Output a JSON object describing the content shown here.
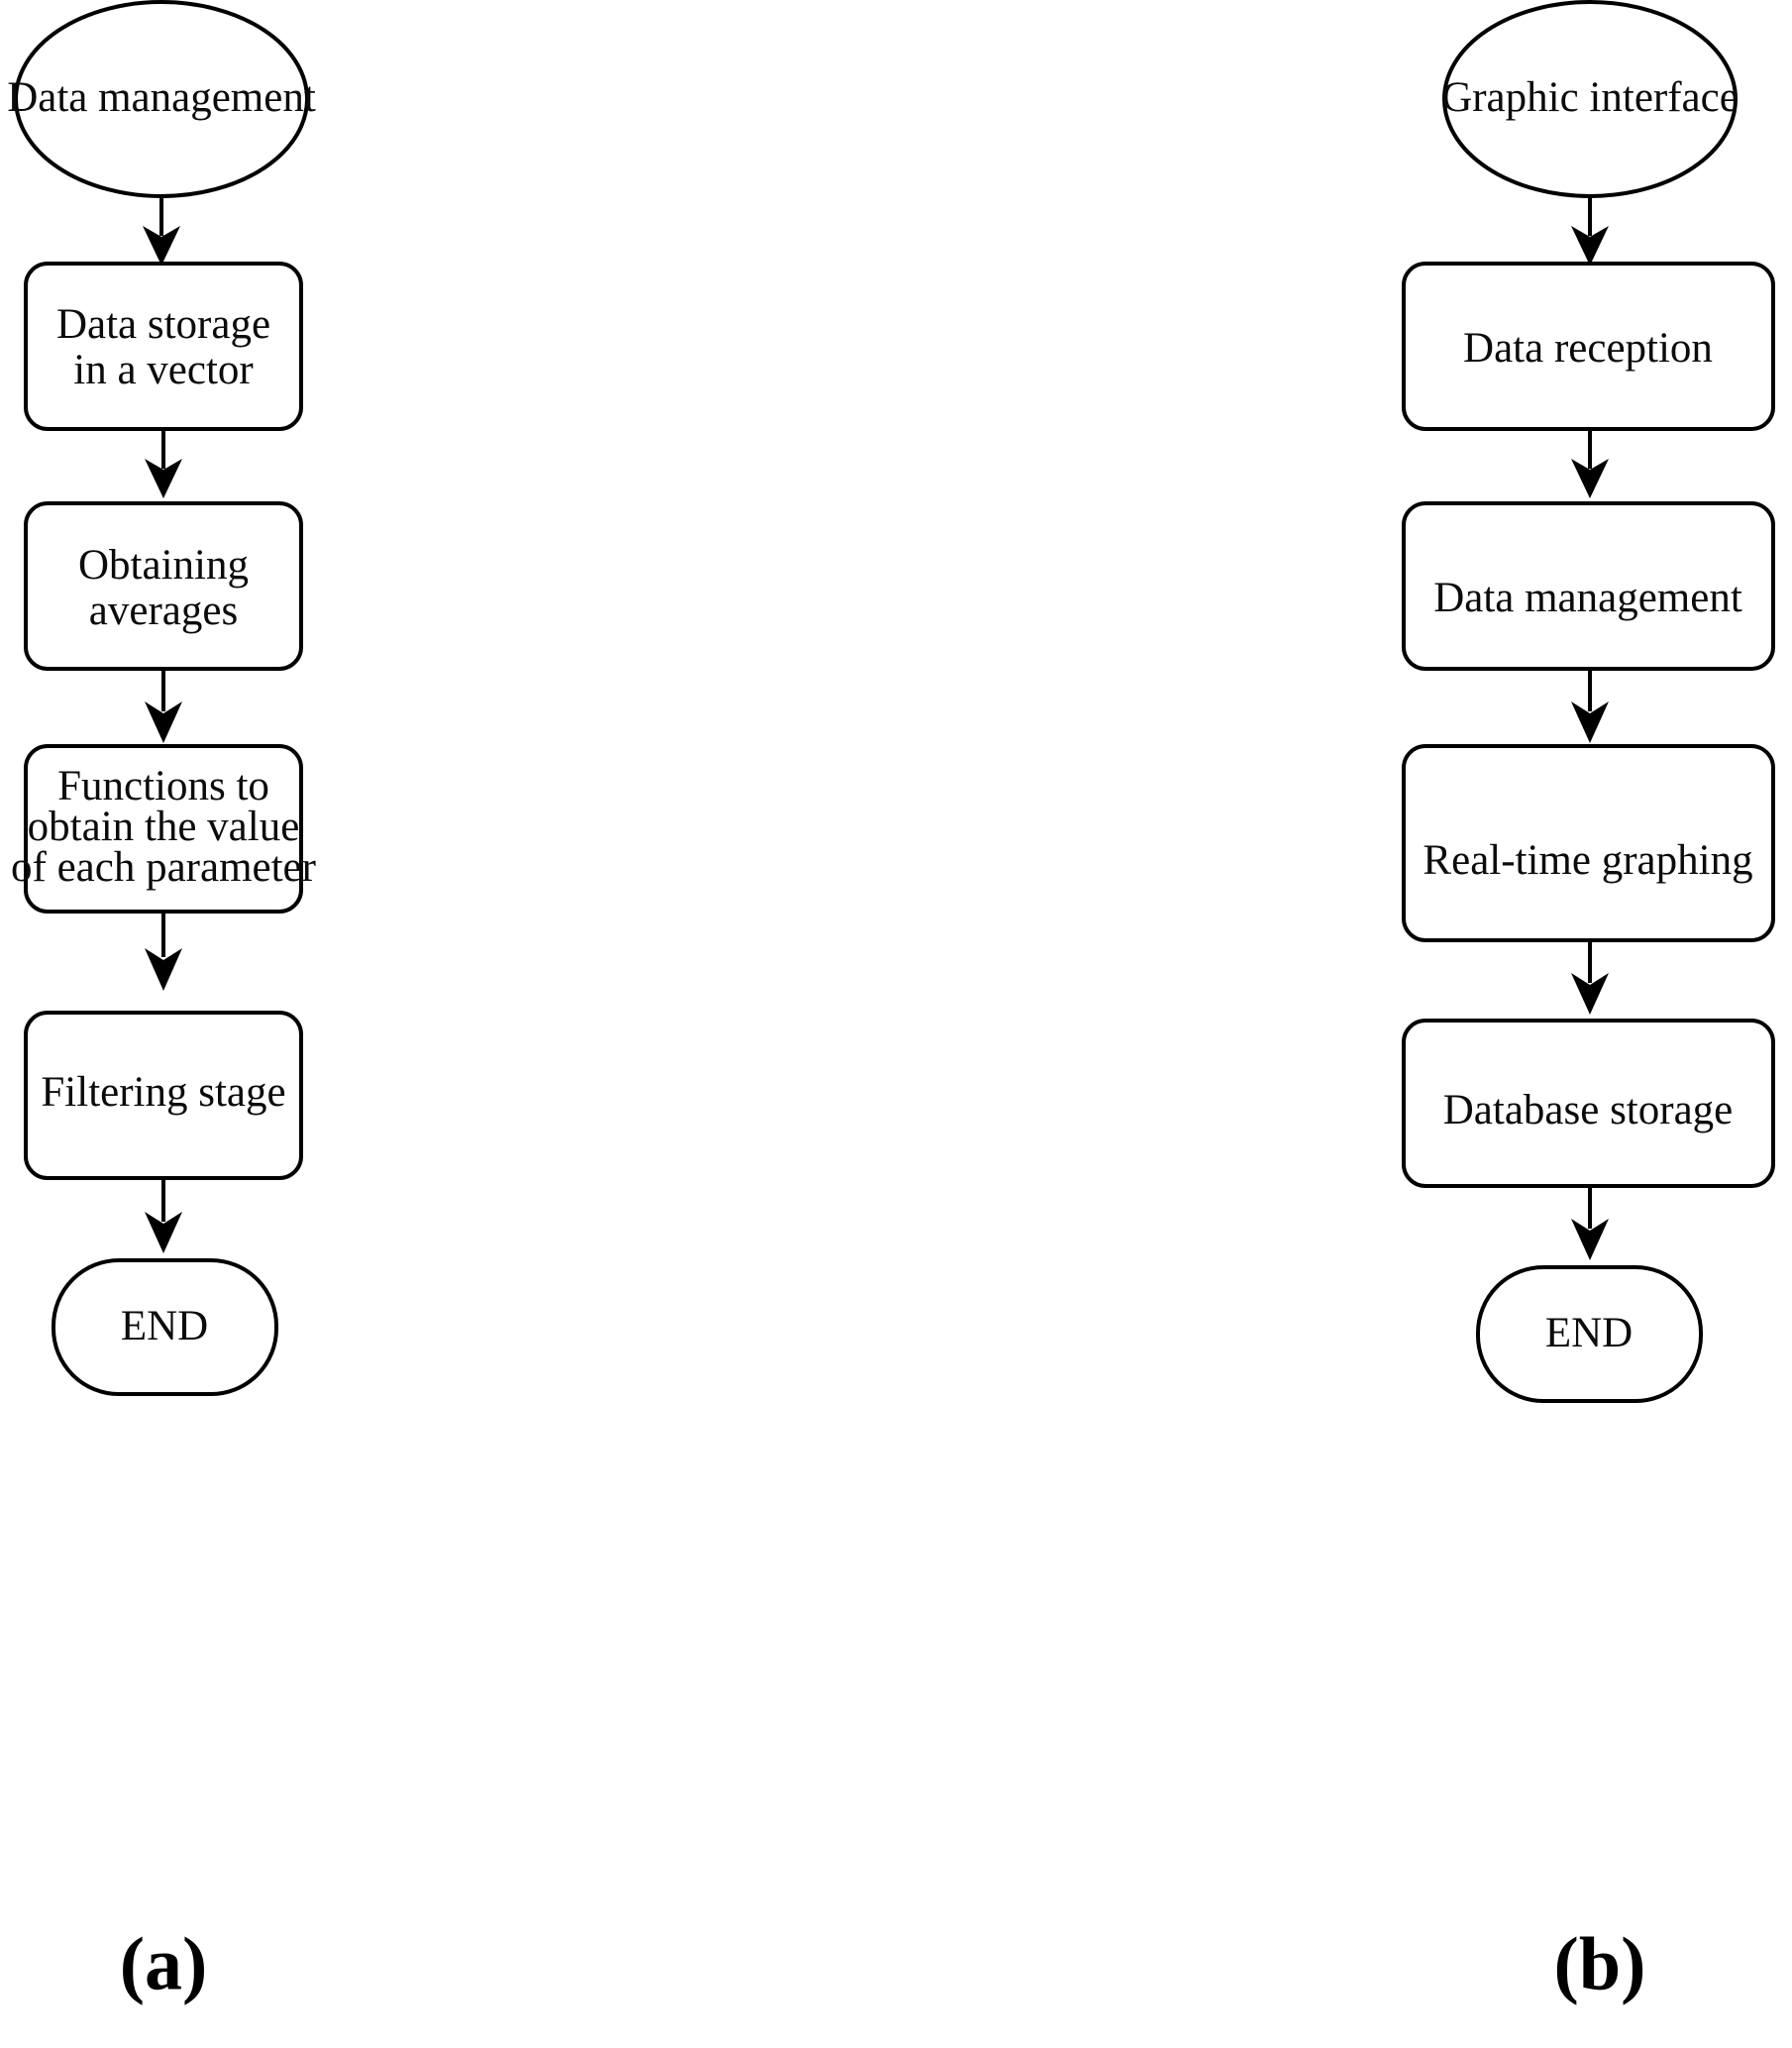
{
  "figure": {
    "caption_a": "(a)",
    "caption_b": "(b)",
    "line_color": "#000000",
    "fill_color": "#ffffff",
    "text_color": "#0b0b0b"
  },
  "panel_a": {
    "id": "a",
    "caption": "(a)",
    "nodes": [
      {
        "id": "a1",
        "shape": "ellipse",
        "label": "Data management"
      },
      {
        "id": "a2",
        "shape": "rounded-rect",
        "label_line1": "Data storage",
        "label_line2": "in a vector"
      },
      {
        "id": "a3",
        "shape": "rounded-rect",
        "label_line1": "Obtaining",
        "label_line2": "averages"
      },
      {
        "id": "a4",
        "shape": "rounded-rect",
        "label_line1": "Functions to",
        "label_line2": "obtain the value",
        "label_line3": "of each parameter"
      },
      {
        "id": "a5",
        "shape": "rounded-rect",
        "label_line1": "Filtering stage"
      },
      {
        "id": "a6",
        "shape": "stadium",
        "label": "END"
      }
    ],
    "edges": [
      {
        "from": "a1",
        "to": "a2"
      },
      {
        "from": "a2",
        "to": "a3"
      },
      {
        "from": "a3",
        "to": "a4"
      },
      {
        "from": "a4",
        "to": "a5"
      },
      {
        "from": "a5",
        "to": "a6"
      }
    ]
  },
  "panel_b": {
    "id": "b",
    "caption": "(b)",
    "nodes": [
      {
        "id": "b1",
        "shape": "ellipse",
        "label": "Graphic interface"
      },
      {
        "id": "b2",
        "shape": "rounded-rect",
        "label": "Data reception"
      },
      {
        "id": "b3",
        "shape": "rounded-rect",
        "label": "Data management"
      },
      {
        "id": "b4",
        "shape": "rounded-rect",
        "label": "Real-time graphing"
      },
      {
        "id": "b5",
        "shape": "rounded-rect",
        "label": "Database storage"
      },
      {
        "id": "b6",
        "shape": "stadium",
        "label": "END"
      }
    ],
    "edges": [
      {
        "from": "b1",
        "to": "b2"
      },
      {
        "from": "b2",
        "to": "b3"
      },
      {
        "from": "b3",
        "to": "b4"
      },
      {
        "from": "b4",
        "to": "b5"
      },
      {
        "from": "b5",
        "to": "b6"
      }
    ]
  }
}
